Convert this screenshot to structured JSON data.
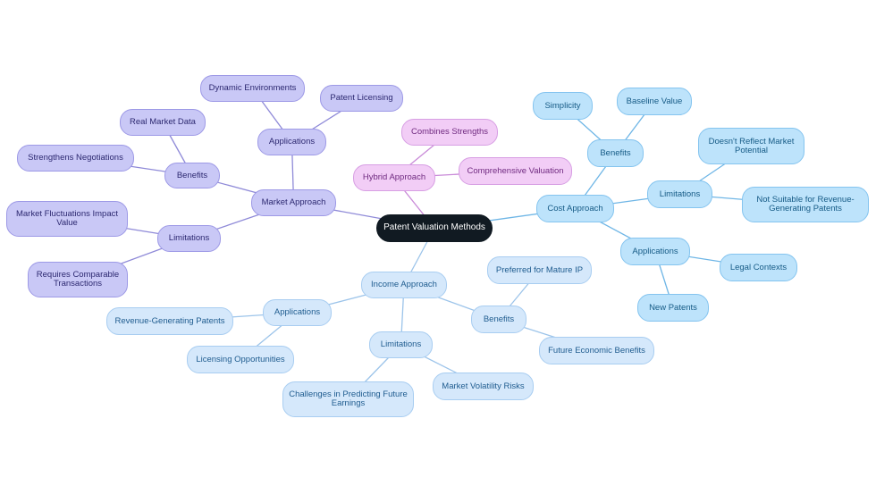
{
  "root": {
    "label": "Patent Valuation Methods"
  },
  "market": {
    "label": "Market Approach",
    "applications": {
      "label": "Applications",
      "items": [
        "Dynamic Environments",
        "Patent Licensing"
      ]
    },
    "benefits": {
      "label": "Benefits",
      "items": [
        "Real Market Data",
        "Strengthens Negotiations"
      ]
    },
    "limitations": {
      "label": "Limitations",
      "items": [
        "Market Fluctuations Impact Value",
        "Requires Comparable Transactions"
      ]
    }
  },
  "hybrid": {
    "label": "Hybrid Approach",
    "items": [
      "Combines Strengths",
      "Comprehensive Valuation"
    ]
  },
  "cost": {
    "label": "Cost Approach",
    "benefits": {
      "label": "Benefits",
      "items": [
        "Simplicity",
        "Baseline Value"
      ]
    },
    "limitations": {
      "label": "Limitations",
      "items": [
        "Doesn't Reflect Market Potential",
        "Not Suitable for Revenue-Generating Patents"
      ]
    },
    "applications": {
      "label": "Applications",
      "items": [
        "Legal Contexts",
        "New Patents"
      ]
    }
  },
  "income": {
    "label": "Income Approach",
    "applications": {
      "label": "Applications",
      "items": [
        "Revenue-Generating Patents",
        "Licensing Opportunities"
      ]
    },
    "limitations": {
      "label": "Limitations",
      "items": [
        "Challenges in Predicting Future Earnings",
        "Market Volatility Risks"
      ]
    },
    "benefits": {
      "label": "Benefits",
      "items": [
        "Preferred for Mature IP",
        "Future Economic Benefits"
      ]
    }
  },
  "colors": {
    "market_edge": "#8f8ad8",
    "hybrid_edge": "#c98ad8",
    "cost_edge": "#6fb6e6",
    "income_edge": "#9cc4ea"
  }
}
